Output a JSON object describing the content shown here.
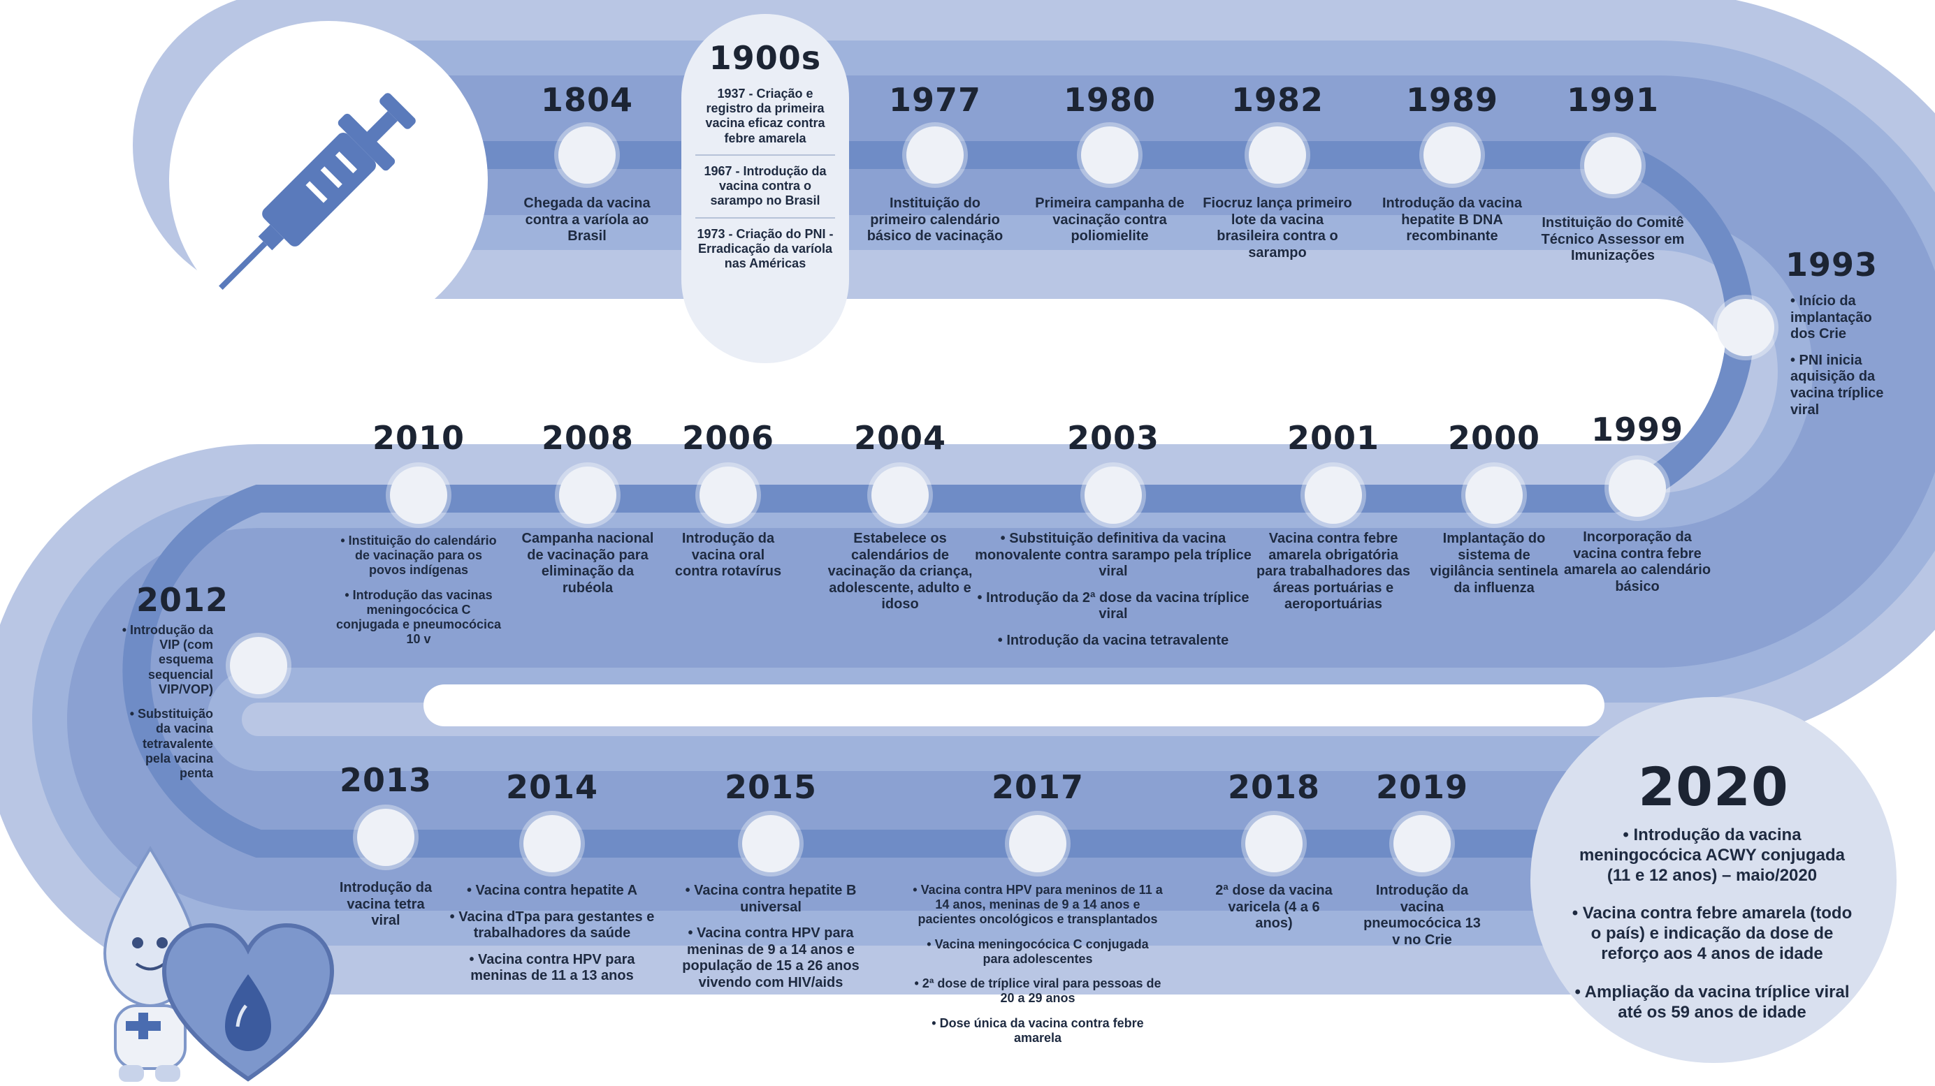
{
  "colors": {
    "track": "#6f8cc6",
    "track_light": "#d7deee",
    "band_outer": "#a9b9dc",
    "band_mid": "#8ea5d4",
    "node": "#eef1f7",
    "text": "#1e2a40"
  },
  "icons": {
    "syringe": "syringe-icon",
    "mascot": "ze-gotinha-mascot",
    "heart": "heart-drop-icon"
  },
  "timeline": {
    "y1804": {
      "year": "1804",
      "lines": [
        "Chegada da vacina contra a varíola ao Brasil"
      ]
    },
    "y1900s": {
      "year": "1900s",
      "lines": [
        "1937 - Criação e registro da primeira vacina eficaz contra febre amarela",
        "1967 - Introdução da vacina contra o sarampo no Brasil",
        "1973 - Criação do PNI - Erradicação da varíola nas Américas"
      ]
    },
    "y1977": {
      "year": "1977",
      "lines": [
        "Instituição do primeiro calendário básico de vacinação"
      ]
    },
    "y1980": {
      "year": "1980",
      "lines": [
        "Primeira campanha de vacinação contra poliomielite"
      ]
    },
    "y1982": {
      "year": "1982",
      "lines": [
        "Fiocruz lança primeiro lote da vacina brasileira contra o sarampo"
      ]
    },
    "y1989": {
      "year": "1989",
      "lines": [
        "Introdução da vacina hepatite B DNA recombinante"
      ]
    },
    "y1991": {
      "year": "1991",
      "lines": [
        "Instituição do Comitê Técnico Assessor em Imunizações"
      ]
    },
    "y1993": {
      "year": "1993",
      "lines": [
        "• Início da implantação dos Crie",
        "• PNI inicia aquisição da vacina tríplice viral"
      ]
    },
    "y1999": {
      "year": "1999",
      "lines": [
        "Incorporação da vacina contra febre amarela ao calendário básico"
      ]
    },
    "y2000": {
      "year": "2000",
      "lines": [
        "Implantação do sistema de vigilância sentinela da influenza"
      ]
    },
    "y2001": {
      "year": "2001",
      "lines": [
        "Vacina contra febre amarela obrigatória para trabalhadores das áreas portuárias e aeroportuárias"
      ]
    },
    "y2003": {
      "year": "2003",
      "lines": [
        "• Substituição definitiva da vacina monovalente contra sarampo pela tríplice viral",
        "• Introdução da 2ª dose da vacina tríplice viral",
        "• Introdução da vacina tetravalente"
      ]
    },
    "y2004": {
      "year": "2004",
      "lines": [
        "Estabelece os calendários de vacinação da criança, adolescente, adulto e idoso"
      ]
    },
    "y2006": {
      "year": "2006",
      "lines": [
        "Introdução da vacina oral contra rotavírus"
      ]
    },
    "y2008": {
      "year": "2008",
      "lines": [
        "Campanha nacional de vacinação para eliminação da rubéola"
      ]
    },
    "y2010": {
      "year": "2010",
      "lines": [
        "• Instituição do calendário de vacinação para os povos indígenas",
        "• Introdução das vacinas meningocócica C conjugada e pneumocócica 10 v"
      ]
    },
    "y2012": {
      "year": "2012",
      "lines": [
        "• Introdução da VIP (com esquema sequencial VIP/VOP)",
        "• Substituição da vacina tetravalente pela vacina penta"
      ]
    },
    "y2013": {
      "year": "2013",
      "lines": [
        "Introdução da vacina tetra viral"
      ]
    },
    "y2014": {
      "year": "2014",
      "lines": [
        "• Vacina contra hepatite A",
        "• Vacina dTpa para gestantes e trabalhadores da saúde",
        "• Vacina contra HPV para meninas de 11 a 13 anos"
      ]
    },
    "y2015": {
      "year": "2015",
      "lines": [
        "• Vacina contra hepatite B universal",
        "• Vacina contra HPV para meninas de 9 a 14 anos e população de 15 a 26 anos vivendo com HIV/aids"
      ]
    },
    "y2017": {
      "year": "2017",
      "lines": [
        "• Vacina contra HPV para meninos de 11 a 14 anos, meninas de 9 a 14 anos e pacientes oncológicos e transplantados",
        "• Vacina meningocócica C conjugada para adolescentes",
        "• 2ª dose de tríplice viral para pessoas de 20 a 29 anos",
        "• Dose única da vacina contra febre amarela"
      ]
    },
    "y2018": {
      "year": "2018",
      "lines": [
        "2ª dose da vacina varicela (4 a 6 anos)"
      ]
    },
    "y2019": {
      "year": "2019",
      "lines": [
        "Introdução da vacina pneumocócica 13 v no Crie"
      ]
    },
    "y2020": {
      "year": "2020",
      "lines": [
        "• Introdução da vacina meningocócica ACWY conjugada (11 e 12 anos) – maio/2020",
        "• Vacina contra febre amarela (todo o país) e indicação da dose de reforço aos 4 anos de idade",
        "• Ampliação da vacina tríplice viral até os 59 anos de idade"
      ]
    }
  }
}
